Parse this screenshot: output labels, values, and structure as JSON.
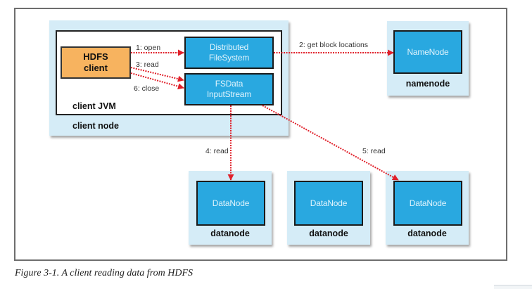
{
  "diagram": {
    "client_node": {
      "label": "client node",
      "jvm": {
        "label": "client JVM",
        "hdfs_client": "HDFS\nclient",
        "distributed_filesystem": "Distributed\nFileSystem",
        "fsdata_inputstream": "FSData\nInputStream"
      }
    },
    "namenode": {
      "inner": "NameNode",
      "label": "namenode"
    },
    "datanodes": [
      {
        "inner": "DataNode",
        "label": "datanode"
      },
      {
        "inner": "DataNode",
        "label": "datanode"
      },
      {
        "inner": "DataNode",
        "label": "datanode"
      }
    ],
    "edges": [
      {
        "id": "open",
        "label": "1: open",
        "from": "HDFS client",
        "to": "DistributedFileSystem"
      },
      {
        "id": "get-block-locations",
        "label": "2: get block locations",
        "from": "DistributedFileSystem",
        "to": "NameNode"
      },
      {
        "id": "read-3",
        "label": "3: read",
        "from": "HDFS client",
        "to": "FSDataInputStream"
      },
      {
        "id": "read-4",
        "label": "4: read",
        "from": "FSDataInputStream",
        "to": "DataNode 1"
      },
      {
        "id": "read-5",
        "label": "5: read",
        "from": "FSDataInputStream",
        "to": "DataNode 3"
      },
      {
        "id": "close",
        "label": "6: close",
        "from": "HDFS client",
        "to": "FSDataInputStream"
      }
    ],
    "colors": {
      "node_background": "#d5ecf7",
      "component_blue": "#29a8e0",
      "client_orange": "#f7b35f",
      "arrow_red": "#e0202a"
    }
  },
  "caption": "Figure 3-1. A client reading data from HDFS"
}
